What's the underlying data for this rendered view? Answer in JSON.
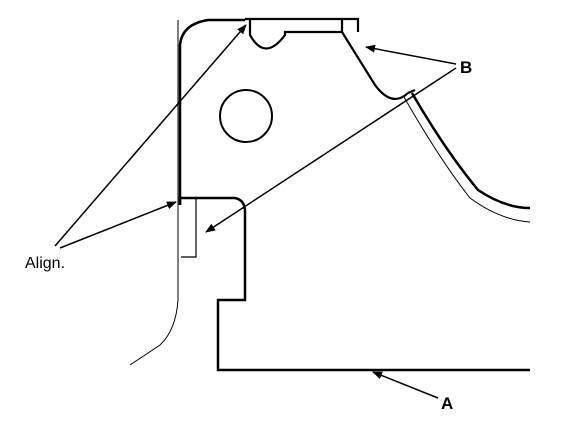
{
  "labels": {
    "align": "Align.",
    "b": "B",
    "a": "A"
  },
  "colors": {
    "ink": "#000000",
    "paper": "#ffffff"
  }
}
